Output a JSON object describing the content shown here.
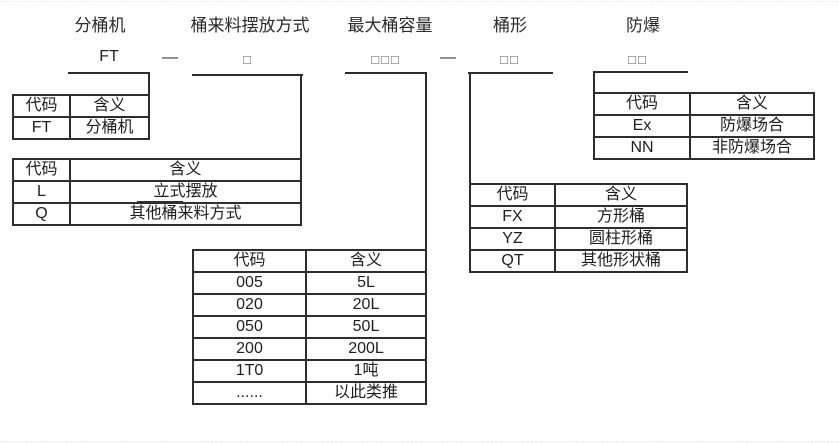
{
  "diagram": {
    "section_titles": [
      "分桶机",
      "桶来料摆放方式",
      "最大桶容量",
      "桶形",
      "防爆"
    ],
    "model_code": {
      "prefix": "FT",
      "separator_1": "—",
      "separator_2": "—",
      "placement_placeholder": "□",
      "capacity_placeholder": "□□□",
      "shape_placeholder": "□□",
      "explosion_placeholder": "□□"
    }
  },
  "tables": {
    "ft": {
      "headers": [
        "代码",
        "含义"
      ],
      "rows": [
        [
          "FT",
          "分桶机"
        ]
      ]
    },
    "placement": {
      "headers": [
        "代码",
        "含义"
      ],
      "rows": [
        [
          "L",
          "立式摆放"
        ],
        [
          "Q",
          "其他桶来料方式"
        ]
      ]
    },
    "capacity": {
      "headers": [
        "代码",
        "含义"
      ],
      "rows": [
        [
          "005",
          "5L"
        ],
        [
          "020",
          "20L"
        ],
        [
          "050",
          "50L"
        ],
        [
          "200",
          "200L"
        ],
        [
          "1T0",
          "1吨"
        ],
        [
          "......",
          "以此类推"
        ]
      ]
    },
    "shape": {
      "headers": [
        "代码",
        "含义"
      ],
      "rows": [
        [
          "FX",
          "方形桶"
        ],
        [
          "YZ",
          "圆柱形桶"
        ],
        [
          "QT",
          "其他形状桶"
        ]
      ]
    },
    "explosion": {
      "headers": [
        "代码",
        "含义"
      ],
      "rows": [
        [
          "Ex",
          "防爆场合"
        ],
        [
          "NN",
          "非防爆场合"
        ]
      ]
    }
  },
  "colors": {
    "line": "#2e2e2e",
    "text": "#1f1f1f",
    "background": "#ffffff"
  }
}
